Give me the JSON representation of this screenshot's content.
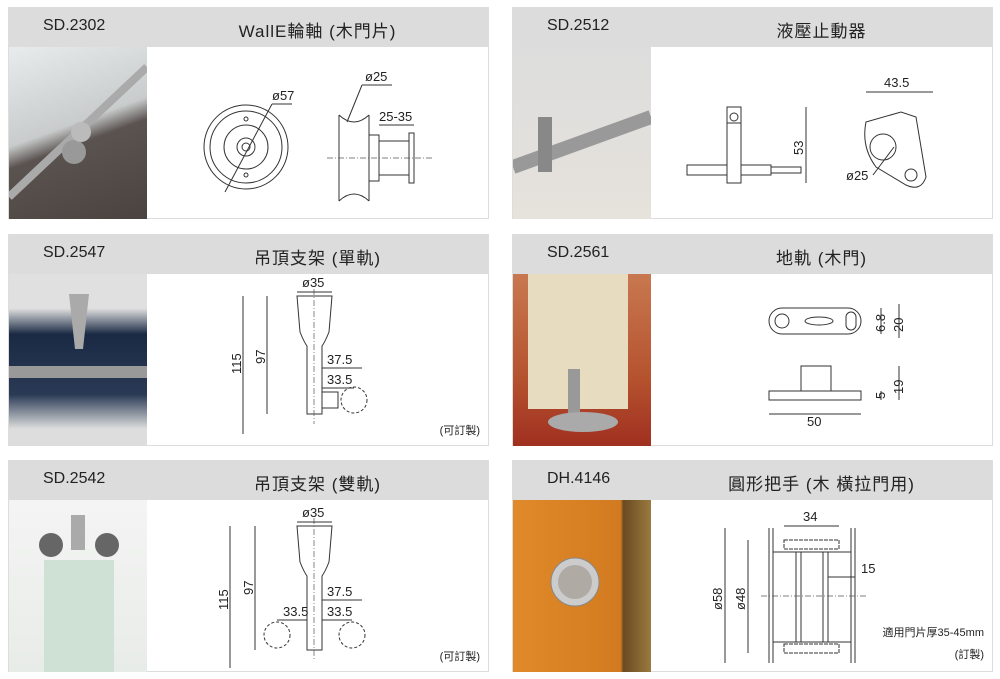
{
  "products": [
    {
      "code": "SD.2302",
      "title": "WallE輪軸 (木門片)",
      "dims": [
        "ø57",
        "ø25",
        "25-35"
      ]
    },
    {
      "code": "SD.2512",
      "title": "液壓止動器",
      "dims": [
        "53",
        "43.5",
        "ø25"
      ]
    },
    {
      "code": "SD.2547",
      "title": "吊頂支架 (單軌)",
      "dims": [
        "ø35",
        "115",
        "97",
        "37.5",
        "33.5"
      ],
      "note": "(可訂製)"
    },
    {
      "code": "SD.2561",
      "title": "地軌 (木門)",
      "dims": [
        "6.8",
        "20",
        "19",
        "5",
        "50"
      ]
    },
    {
      "code": "SD.2542",
      "title": "吊頂支架 (雙軌)",
      "dims": [
        "ø35",
        "115",
        "97",
        "37.5",
        "33.5",
        "33.5"
      ],
      "note": "(可訂製)"
    },
    {
      "code": "DH.4146",
      "title": "圓形把手 (木 橫拉門用)",
      "dims": [
        "34",
        "15",
        "ø58",
        "ø48"
      ],
      "note_line1": "適用門片厚35-45mm",
      "note": "(訂製)"
    }
  ],
  "colors": {
    "header": "#dcdcdc",
    "border": "#dddddd"
  }
}
